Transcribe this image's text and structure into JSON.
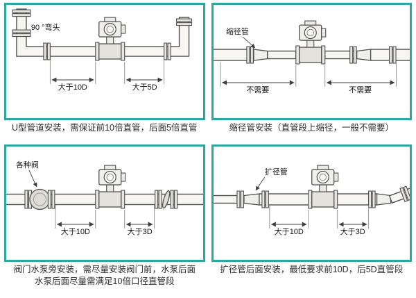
{
  "colors": {
    "border": "#2aa79e",
    "line": "#4f4f4f"
  },
  "panels": [
    {
      "name": "u-type",
      "part_label": "90 °弯头",
      "dim_left": "大于10D",
      "dim_right": "大于5D",
      "caption": "U型管道安装，需保证前10倍直管，后面5倍直管"
    },
    {
      "name": "reducer",
      "part_label": "缩径管",
      "dim_left": "不需要",
      "dim_right": "不需要",
      "caption": "缩径管安装（直管段上缩径，一般不需要）"
    },
    {
      "name": "valve-pump",
      "part_label": "各种阀",
      "dim_left": "大于10D",
      "dim_right": "大于3D",
      "caption": "阀门水泵旁安装，需尽量安装阀门前，水泵后面",
      "caption2": "水泵后面尽量需满足10倍口径直管段"
    },
    {
      "name": "expander",
      "part_label": "扩径管",
      "dim_left": "大于10D",
      "dim_right": "大于3D",
      "caption": "扩径管后面安装，最低要求前10D，后5D直管段"
    }
  ]
}
